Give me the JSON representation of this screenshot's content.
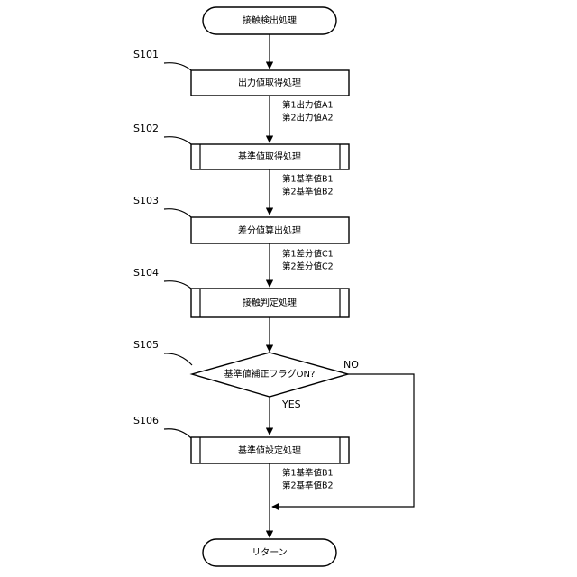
{
  "nodes": {
    "start": "接触検出処理",
    "s101": "出力値取得処理",
    "s102": "基準値取得処理",
    "s103": "差分値算出処理",
    "s104": "接触判定処理",
    "s105": "基準値補正フラグON?",
    "s106": "基準値設定処理",
    "end": "リターン"
  },
  "steps": {
    "s101": "S101",
    "s102": "S102",
    "s103": "S103",
    "s104": "S104",
    "s105": "S105",
    "s106": "S106"
  },
  "annotations": {
    "after_s101": [
      "第1出力値A1",
      "第2出力値A2"
    ],
    "after_s102": [
      "第1基準値B1",
      "第2基準値B2"
    ],
    "after_s103": [
      "第1差分値C1",
      "第2差分値C2"
    ],
    "after_s106": [
      "第1基準値B1",
      "第2基準値B2"
    ]
  },
  "branches": {
    "yes": "YES",
    "no": "NO"
  }
}
